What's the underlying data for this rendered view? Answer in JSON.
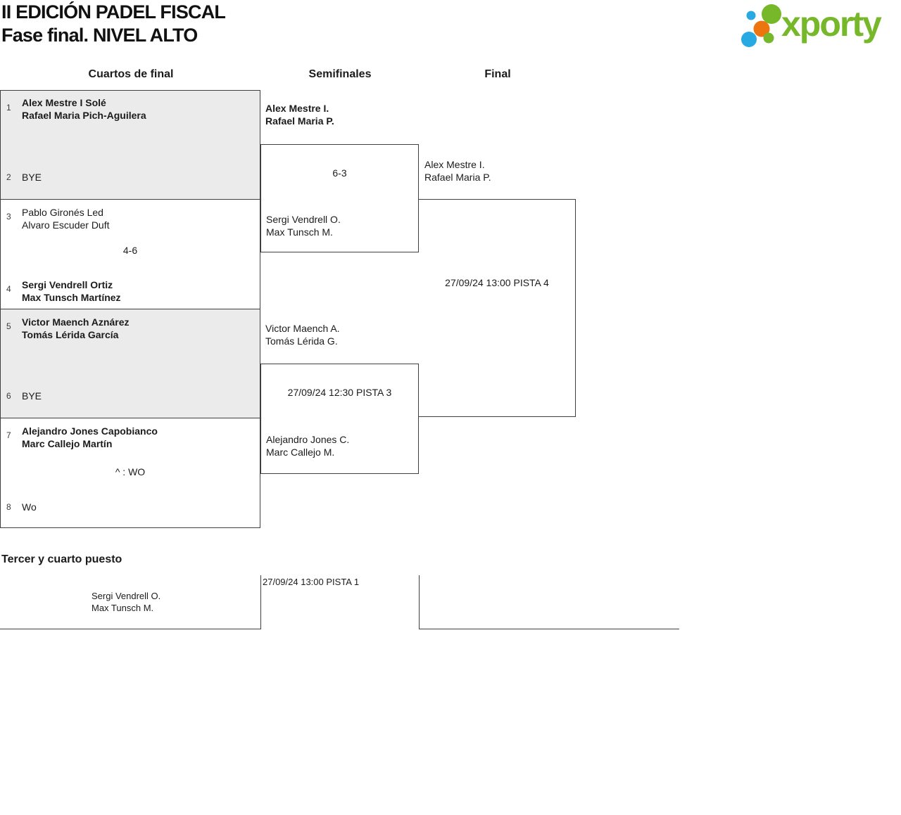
{
  "title": {
    "line1": "II EDICIÓN PADEL FISCAL",
    "line2": "Fase final. NIVEL ALTO"
  },
  "brand": {
    "name": "xporty"
  },
  "colors": {
    "brand_green": "#76b82a",
    "dot_blue": "#29a9e1",
    "dot_orange": "#ec750f",
    "bye_box_gray": "#ebebeb"
  },
  "round_headers": {
    "quarterfinals": "Cuartos de final",
    "semifinals": "Semifinales",
    "final": "Final"
  },
  "quarterfinals": [
    {
      "seed_top": "1",
      "top_line1": "Alex Mestre I Solé",
      "top_line2": "Rafael Maria Pich-Aguilera",
      "score": "",
      "seed_bottom": "2",
      "bottom_line1": "BYE",
      "bottom_line2": ""
    },
    {
      "seed_top": "3",
      "top_line1": "Pablo Gironés Led",
      "top_line2": "Alvaro Escuder Duft",
      "score": "4-6",
      "seed_bottom": "4",
      "bottom_line1": "Sergi Vendrell Ortiz",
      "bottom_line2": "Max Tunsch Martínez"
    },
    {
      "seed_top": "5",
      "top_line1": "Victor Maench Aznárez",
      "top_line2": "Tomás Lérida García",
      "score": "",
      "seed_bottom": "6",
      "bottom_line1": "BYE",
      "bottom_line2": ""
    },
    {
      "seed_top": "7",
      "top_line1": "Alejandro Jones Capobianco",
      "top_line2": "Marc Callejo Martín",
      "score": "^ : WO",
      "seed_bottom": "8",
      "bottom_line1": "Wo",
      "bottom_line2": ""
    }
  ],
  "semifinals": [
    {
      "top_line1": "Alex Mestre I.",
      "top_line2": "Rafael Maria P.",
      "center": "6-3",
      "bottom_line1": "Sergi Vendrell O.",
      "bottom_line2": "Max Tunsch M."
    },
    {
      "top_line1": "Victor Maench A.",
      "top_line2": "Tomás Lérida G.",
      "center": "27/09/24 12:30 PISTA 3",
      "bottom_line1": "Alejandro Jones C.",
      "bottom_line2": "Marc Callejo M."
    }
  ],
  "final": {
    "top_line1": "Alex Mestre I.",
    "top_line2": "Rafael Maria P.",
    "center": "27/09/24 13:00 PISTA 4"
  },
  "third_place": {
    "heading": "Tercer y cuarto puesto",
    "date": "27/09/24 13:00 PISTA 1",
    "team_line1": "Sergi Vendrell O.",
    "team_line2": "Max Tunsch M."
  }
}
